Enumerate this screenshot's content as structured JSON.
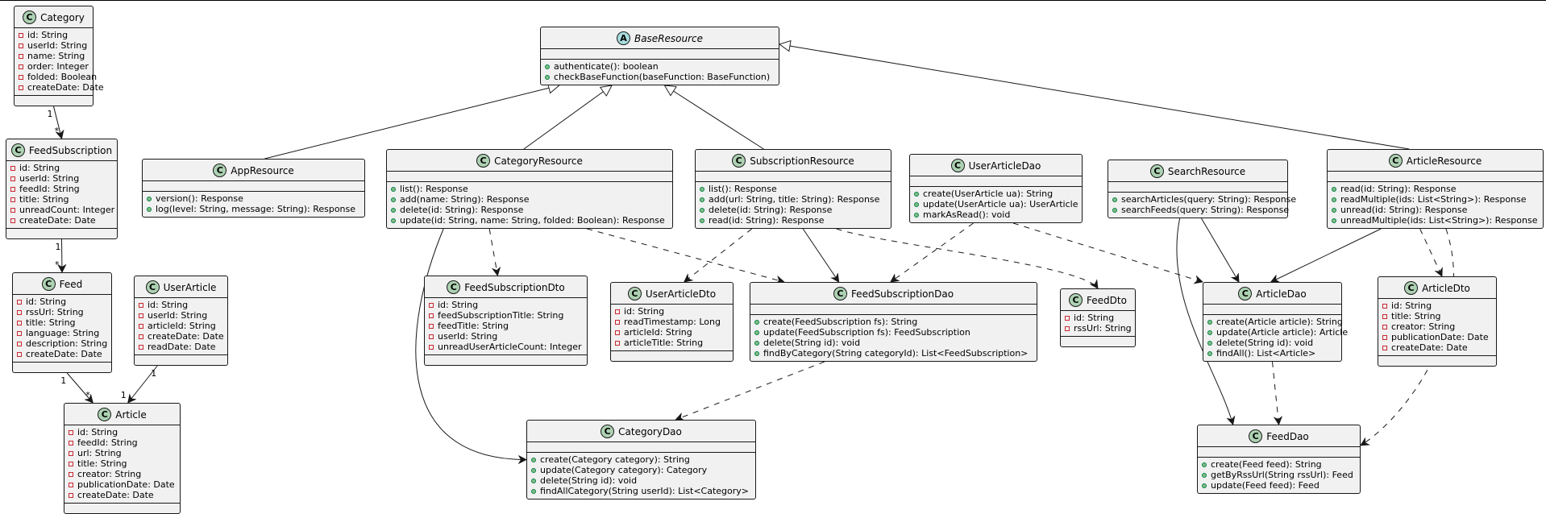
{
  "classes": [
    {
      "id": "Category",
      "name": "Category",
      "stereotype": "class",
      "fields": [
        "id: String",
        "userId: String",
        "name: String",
        "order: Integer",
        "folded: Boolean",
        "createDate: Date"
      ],
      "methods": []
    },
    {
      "id": "FeedSubscription",
      "name": "FeedSubscription",
      "stereotype": "class",
      "fields": [
        "id: String",
        "userId: String",
        "feedId: String",
        "title: String",
        "unreadCount: Integer",
        "createDate: Date"
      ],
      "methods": []
    },
    {
      "id": "Feed",
      "name": "Feed",
      "stereotype": "class",
      "fields": [
        "id: String",
        "rssUrl: String",
        "title: String",
        "language: String",
        "description: String",
        "createDate: Date"
      ],
      "methods": []
    },
    {
      "id": "UserArticle",
      "name": "UserArticle",
      "stereotype": "class",
      "fields": [
        "id: String",
        "userId: String",
        "articleId: String",
        "createDate: Date",
        "readDate: Date"
      ],
      "methods": []
    },
    {
      "id": "Article",
      "name": "Article",
      "stereotype": "class",
      "fields": [
        "id: String",
        "feedId: String",
        "url: String",
        "title: String",
        "creator: String",
        "publicationDate: Date",
        "createDate: Date"
      ],
      "methods": []
    },
    {
      "id": "BaseResource",
      "name": "BaseResource",
      "stereotype": "abstract",
      "fields": [],
      "methods": [
        "authenticate(): boolean",
        "checkBaseFunction(baseFunction: BaseFunction)"
      ]
    },
    {
      "id": "AppResource",
      "name": "AppResource",
      "stereotype": "class",
      "fields": [],
      "methods": [
        "version(): Response",
        "log(level: String, message: String): Response"
      ]
    },
    {
      "id": "CategoryResource",
      "name": "CategoryResource",
      "stereotype": "class",
      "fields": [],
      "methods": [
        "list(): Response",
        "add(name: String): Response",
        "delete(id: String): Response",
        "update(id: String, name: String, folded: Boolean): Response"
      ]
    },
    {
      "id": "SubscriptionResource",
      "name": "SubscriptionResource",
      "stereotype": "class",
      "fields": [],
      "methods": [
        "list(): Response",
        "add(url: String, title: String): Response",
        "delete(id: String): Response",
        "read(id: String): Response"
      ]
    },
    {
      "id": "UserArticleDao",
      "name": "UserArticleDao",
      "stereotype": "class",
      "fields": [],
      "methods": [
        "create(UserArticle ua): String",
        "update(UserArticle ua): UserArticle",
        "markAsRead(): void"
      ]
    },
    {
      "id": "SearchResource",
      "name": "SearchResource",
      "stereotype": "class",
      "fields": [],
      "methods": [
        "searchArticles(query: String): Response",
        "searchFeeds(query: String): Response"
      ]
    },
    {
      "id": "ArticleResource",
      "name": "ArticleResource",
      "stereotype": "class",
      "fields": [],
      "methods": [
        "read(id: String): Response",
        "readMultiple(ids: List<String>): Response",
        "unread(id: String): Response",
        "unreadMultiple(ids: List<String>): Response"
      ]
    },
    {
      "id": "FeedSubscriptionDto",
      "name": "FeedSubscriptionDto",
      "stereotype": "class",
      "fields": [
        "id: String",
        "feedSubscriptionTitle: String",
        "feedTitle: String",
        "userId: String",
        "unreadUserArticleCount: Integer"
      ],
      "methods": []
    },
    {
      "id": "UserArticleDto",
      "name": "UserArticleDto",
      "stereotype": "class",
      "fields": [
        "id: String",
        "readTimestamp: Long",
        "articleId: String",
        "articleTitle: String"
      ],
      "methods": []
    },
    {
      "id": "FeedSubscriptionDao",
      "name": "FeedSubscriptionDao",
      "stereotype": "class",
      "fields": [],
      "methods": [
        "create(FeedSubscription fs): String",
        "update(FeedSubscription fs): FeedSubscription",
        "delete(String id): void",
        "findByCategory(String categoryId): List<FeedSubscription>"
      ]
    },
    {
      "id": "FeedDto",
      "name": "FeedDto",
      "stereotype": "class",
      "fields": [
        "id: String",
        "rssUrl: String"
      ],
      "methods": []
    },
    {
      "id": "ArticleDao",
      "name": "ArticleDao",
      "stereotype": "class",
      "fields": [],
      "methods": [
        "create(Article article): String",
        "update(Article article): Article",
        "delete(String id): void",
        "findAll(): List<Article>"
      ]
    },
    {
      "id": "ArticleDto",
      "name": "ArticleDto",
      "stereotype": "class",
      "fields": [
        "id: String",
        "title: String",
        "creator: String",
        "publicationDate: Date",
        "createDate: Date"
      ],
      "methods": []
    },
    {
      "id": "CategoryDao",
      "name": "CategoryDao",
      "stereotype": "class",
      "fields": [],
      "methods": [
        "create(Category category): String",
        "update(Category category): Category",
        "delete(String id): void",
        "findAllCategory(String userId): List<Category>"
      ]
    },
    {
      "id": "FeedDao",
      "name": "FeedDao",
      "stereotype": "class",
      "fields": [],
      "methods": [
        "create(Feed feed): String",
        "getByRssUrl(String rssUrl): Feed",
        "update(Feed feed): Feed"
      ]
    }
  ],
  "relations": [
    {
      "from": "Category",
      "to": "FeedSubscription",
      "kind": "association",
      "fromMult": "1",
      "toMult": "*"
    },
    {
      "from": "FeedSubscription",
      "to": "Feed",
      "kind": "association",
      "fromMult": "1",
      "toMult": "*"
    },
    {
      "from": "Feed",
      "to": "Article",
      "kind": "association",
      "fromMult": "1",
      "toMult": "*"
    },
    {
      "from": "UserArticle",
      "to": "Article",
      "kind": "association",
      "fromMult": "1",
      "toMult": "1"
    },
    {
      "from": "AppResource",
      "to": "BaseResource",
      "kind": "inheritance"
    },
    {
      "from": "CategoryResource",
      "to": "BaseResource",
      "kind": "inheritance"
    },
    {
      "from": "SubscriptionResource",
      "to": "BaseResource",
      "kind": "inheritance"
    },
    {
      "from": "ArticleResource",
      "to": "BaseResource",
      "kind": "inheritance"
    },
    {
      "from": "CategoryResource",
      "to": "CategoryDao",
      "kind": "association"
    },
    {
      "from": "CategoryResource",
      "to": "FeedSubscriptionDto",
      "kind": "dependency"
    },
    {
      "from": "CategoryResource",
      "to": "FeedSubscriptionDao",
      "kind": "dependency"
    },
    {
      "from": "SubscriptionResource",
      "to": "UserArticleDto",
      "kind": "dependency"
    },
    {
      "from": "SubscriptionResource",
      "to": "FeedSubscriptionDao",
      "kind": "association"
    },
    {
      "from": "SubscriptionResource",
      "to": "FeedDto",
      "kind": "dependency"
    },
    {
      "from": "UserArticleDao",
      "to": "FeedSubscriptionDao",
      "kind": "dependency"
    },
    {
      "from": "UserArticleDao",
      "to": "ArticleDao",
      "kind": "dependency"
    },
    {
      "from": "SearchResource",
      "to": "ArticleDao",
      "kind": "association"
    },
    {
      "from": "SearchResource",
      "to": "FeedDao",
      "kind": "association"
    },
    {
      "from": "ArticleResource",
      "to": "ArticleDao",
      "kind": "association"
    },
    {
      "from": "ArticleResource",
      "to": "ArticleDto",
      "kind": "dependency"
    },
    {
      "from": "ArticleResource",
      "to": "FeedDao",
      "kind": "dependency"
    },
    {
      "from": "FeedSubscriptionDao",
      "to": "CategoryDao",
      "kind": "dependency"
    },
    {
      "from": "ArticleDao",
      "to": "FeedDao",
      "kind": "dependency"
    }
  ],
  "colors": {
    "box_fill": "#f1f1f1",
    "border": "#181818",
    "class_icon": "#add1b2",
    "abstract_icon": "#a9dcdf",
    "private_marker": "#c82930",
    "public_marker": "#84be84"
  }
}
